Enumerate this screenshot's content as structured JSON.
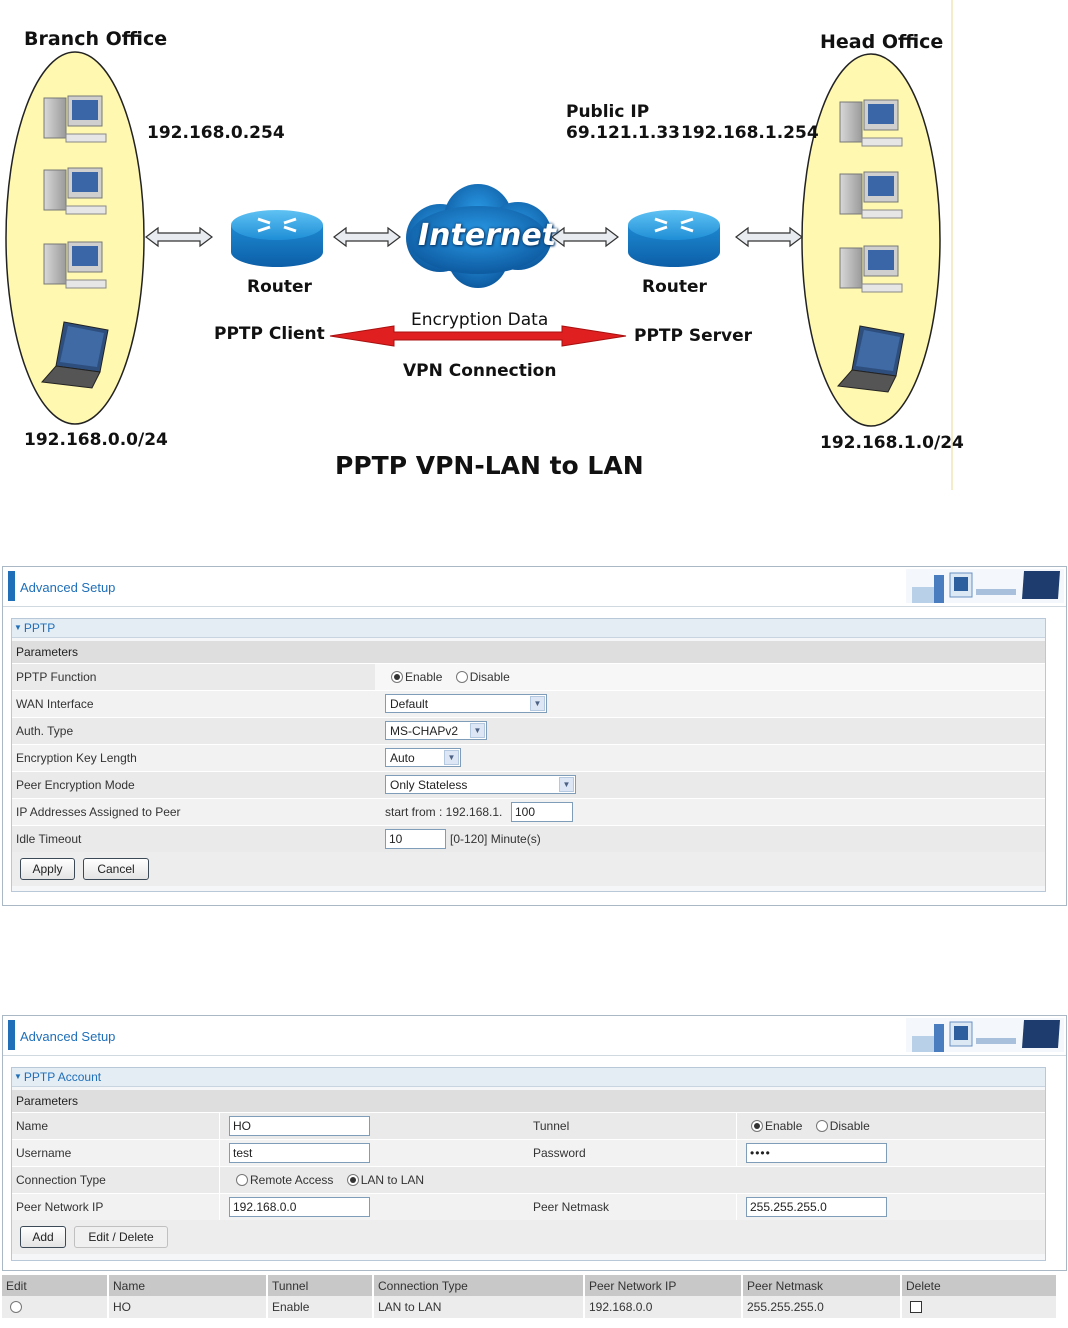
{
  "diagram": {
    "branch_office": "Branch Office",
    "head_office": "Head Office",
    "branch_router_ip": "192.168.0.254",
    "public_ip_label": "Public IP",
    "public_ip": "69.121.1.33",
    "head_router_ip": "192.168.1.254",
    "internet": "Internet",
    "router_left": "Router",
    "router_right": "Router",
    "pptp_client": "PPTP Client",
    "pptp_server": "PPTP Server",
    "encryption_data": "Encryption Data",
    "vpn_connection": "VPN Connection",
    "branch_subnet": "192.168.0.0/24",
    "head_subnet": "192.168.1.0/24",
    "title": "PPTP VPN-LAN to LAN",
    "colors": {
      "ellipse_fill": "#fff8b0",
      "router": "#1a8ad4",
      "arrow_red": "#e02020",
      "cloud": "#1a7cc8"
    }
  },
  "pptp_panel": {
    "header": "Advanced Setup",
    "section": "PPTP",
    "params_label": "Parameters",
    "rows": {
      "function_label": "PPTP Function",
      "enable": "Enable",
      "disable": "Disable",
      "wan_label": "WAN Interface",
      "wan_value": "Default",
      "auth_label": "Auth. Type",
      "auth_value": "MS-CHAPv2",
      "keylen_label": "Encryption Key Length",
      "keylen_value": "Auto",
      "mode_label": "Peer Encryption Mode",
      "mode_value": "Only Stateless",
      "ip_label": "IP Addresses Assigned to Peer",
      "ip_prefix": "start from : 192.168.1.",
      "ip_value": "100",
      "idle_label": "Idle Timeout",
      "idle_value": "10",
      "idle_hint": "[0-120] Minute(s)"
    },
    "apply": "Apply",
    "cancel": "Cancel"
  },
  "account_panel": {
    "header": "Advanced Setup",
    "section": "PPTP Account",
    "params_label": "Parameters",
    "name_label": "Name",
    "name_value": "HO",
    "tunnel_label": "Tunnel",
    "tunnel_enable": "Enable",
    "tunnel_disable": "Disable",
    "username_label": "Username",
    "username_value": "test",
    "password_label": "Password",
    "password_value": "••••",
    "conn_label": "Connection Type",
    "conn_remote": "Remote Access",
    "conn_lan": "LAN to LAN",
    "peer_ip_label": "Peer Network IP",
    "peer_ip_value": "192.168.0.0",
    "peer_mask_label": "Peer Netmask",
    "peer_mask_value": "255.255.255.0",
    "add": "Add",
    "edit_delete": "Edit / Delete"
  },
  "accounts_table": {
    "headers": [
      "Edit",
      "Name",
      "Tunnel",
      "Connection Type",
      "Peer Network IP",
      "Peer Netmask",
      "Delete"
    ],
    "rows": [
      {
        "name": "HO",
        "tunnel": "Enable",
        "conn": "LAN to LAN",
        "peer_ip": "192.168.0.0",
        "peer_mask": "255.255.255.0"
      }
    ]
  }
}
